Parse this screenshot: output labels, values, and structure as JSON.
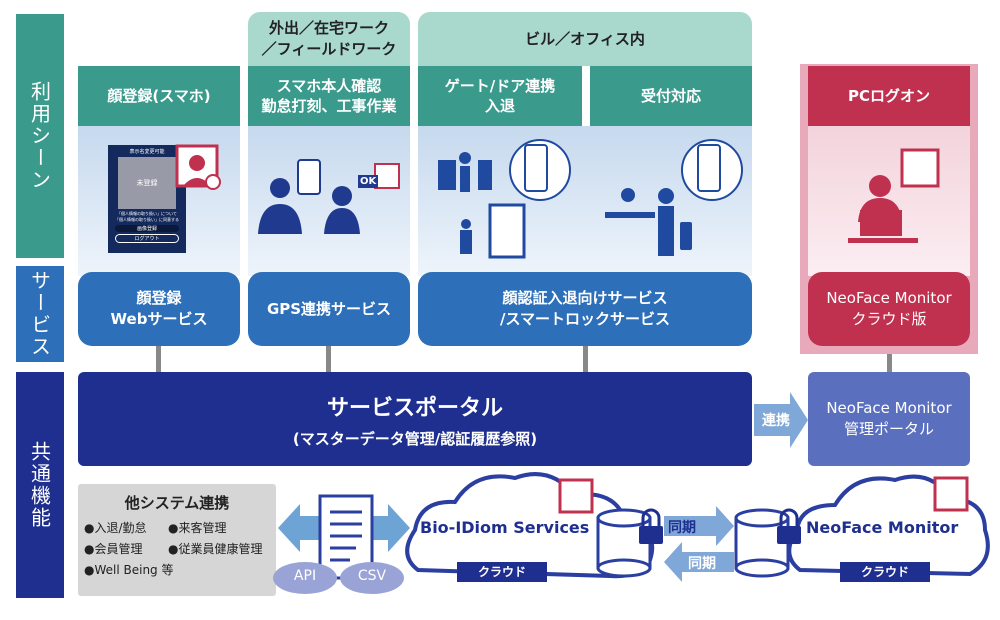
{
  "left_bands": [
    {
      "label": "利用シーン",
      "color": "#3a9a8c"
    },
    {
      "label": "サービス",
      "color": "#2d6fb8"
    },
    {
      "label": "共通機能",
      "color": "#1f2f8f"
    }
  ],
  "groups": [
    {
      "label": "外出／在宅ワーク\n／フィールドワーク"
    },
    {
      "label": "ビル／オフィス内"
    }
  ],
  "scenes": [
    {
      "label": "顔登録(スマホ)"
    },
    {
      "label": "スマホ本人確認\n勤怠打刻、工事作業"
    },
    {
      "label": "ゲート/ドア連携\n入退"
    },
    {
      "label": "受付対応"
    },
    {
      "label": "PCログオン"
    }
  ],
  "phone_screen": {
    "title": "表示名変更可能",
    "avatar": "未登録",
    "privacy": "「個人情報の取り扱い」について",
    "consent": "「個人情報の取り扱い」に同意する",
    "register": "画像登録",
    "logout": "ログアウト"
  },
  "ok_badge": "OK",
  "services": [
    {
      "label": "顔登録\nWebサービス"
    },
    {
      "label": "GPS連携サービス"
    },
    {
      "label": "顔認証入退向けサービス\n/スマートロックサービス"
    },
    {
      "label": "NeoFace Monitor\nクラウド版"
    }
  ],
  "portal": {
    "title": "サービスポータル",
    "subtitle": "(マスターデータ管理/認証履歴参照)"
  },
  "link_arrow": "連携",
  "nfm_portal": "NeoFace Monitor\n管理ポータル",
  "other_systems": {
    "title": "他システム連携",
    "items": [
      "●入退/勤怠",
      "●来客管理",
      "●会員管理",
      "●従業員健康管理",
      "●Well Being 等"
    ]
  },
  "formats": [
    "API",
    "CSV"
  ],
  "clouds": [
    {
      "name": "Bio-IDiom Services",
      "tag": "クラウド"
    },
    {
      "name": "NeoFace Monitor",
      "tag": "クラウド"
    }
  ],
  "sync": [
    "同期",
    "同期"
  ],
  "colors": {
    "teal": "#3a9a8c",
    "blue": "#2d6fb8",
    "navy": "#1f2f8f",
    "crimson": "#c0304f",
    "pink": "#e8aabb",
    "light_blue": "#7fa8d8"
  }
}
